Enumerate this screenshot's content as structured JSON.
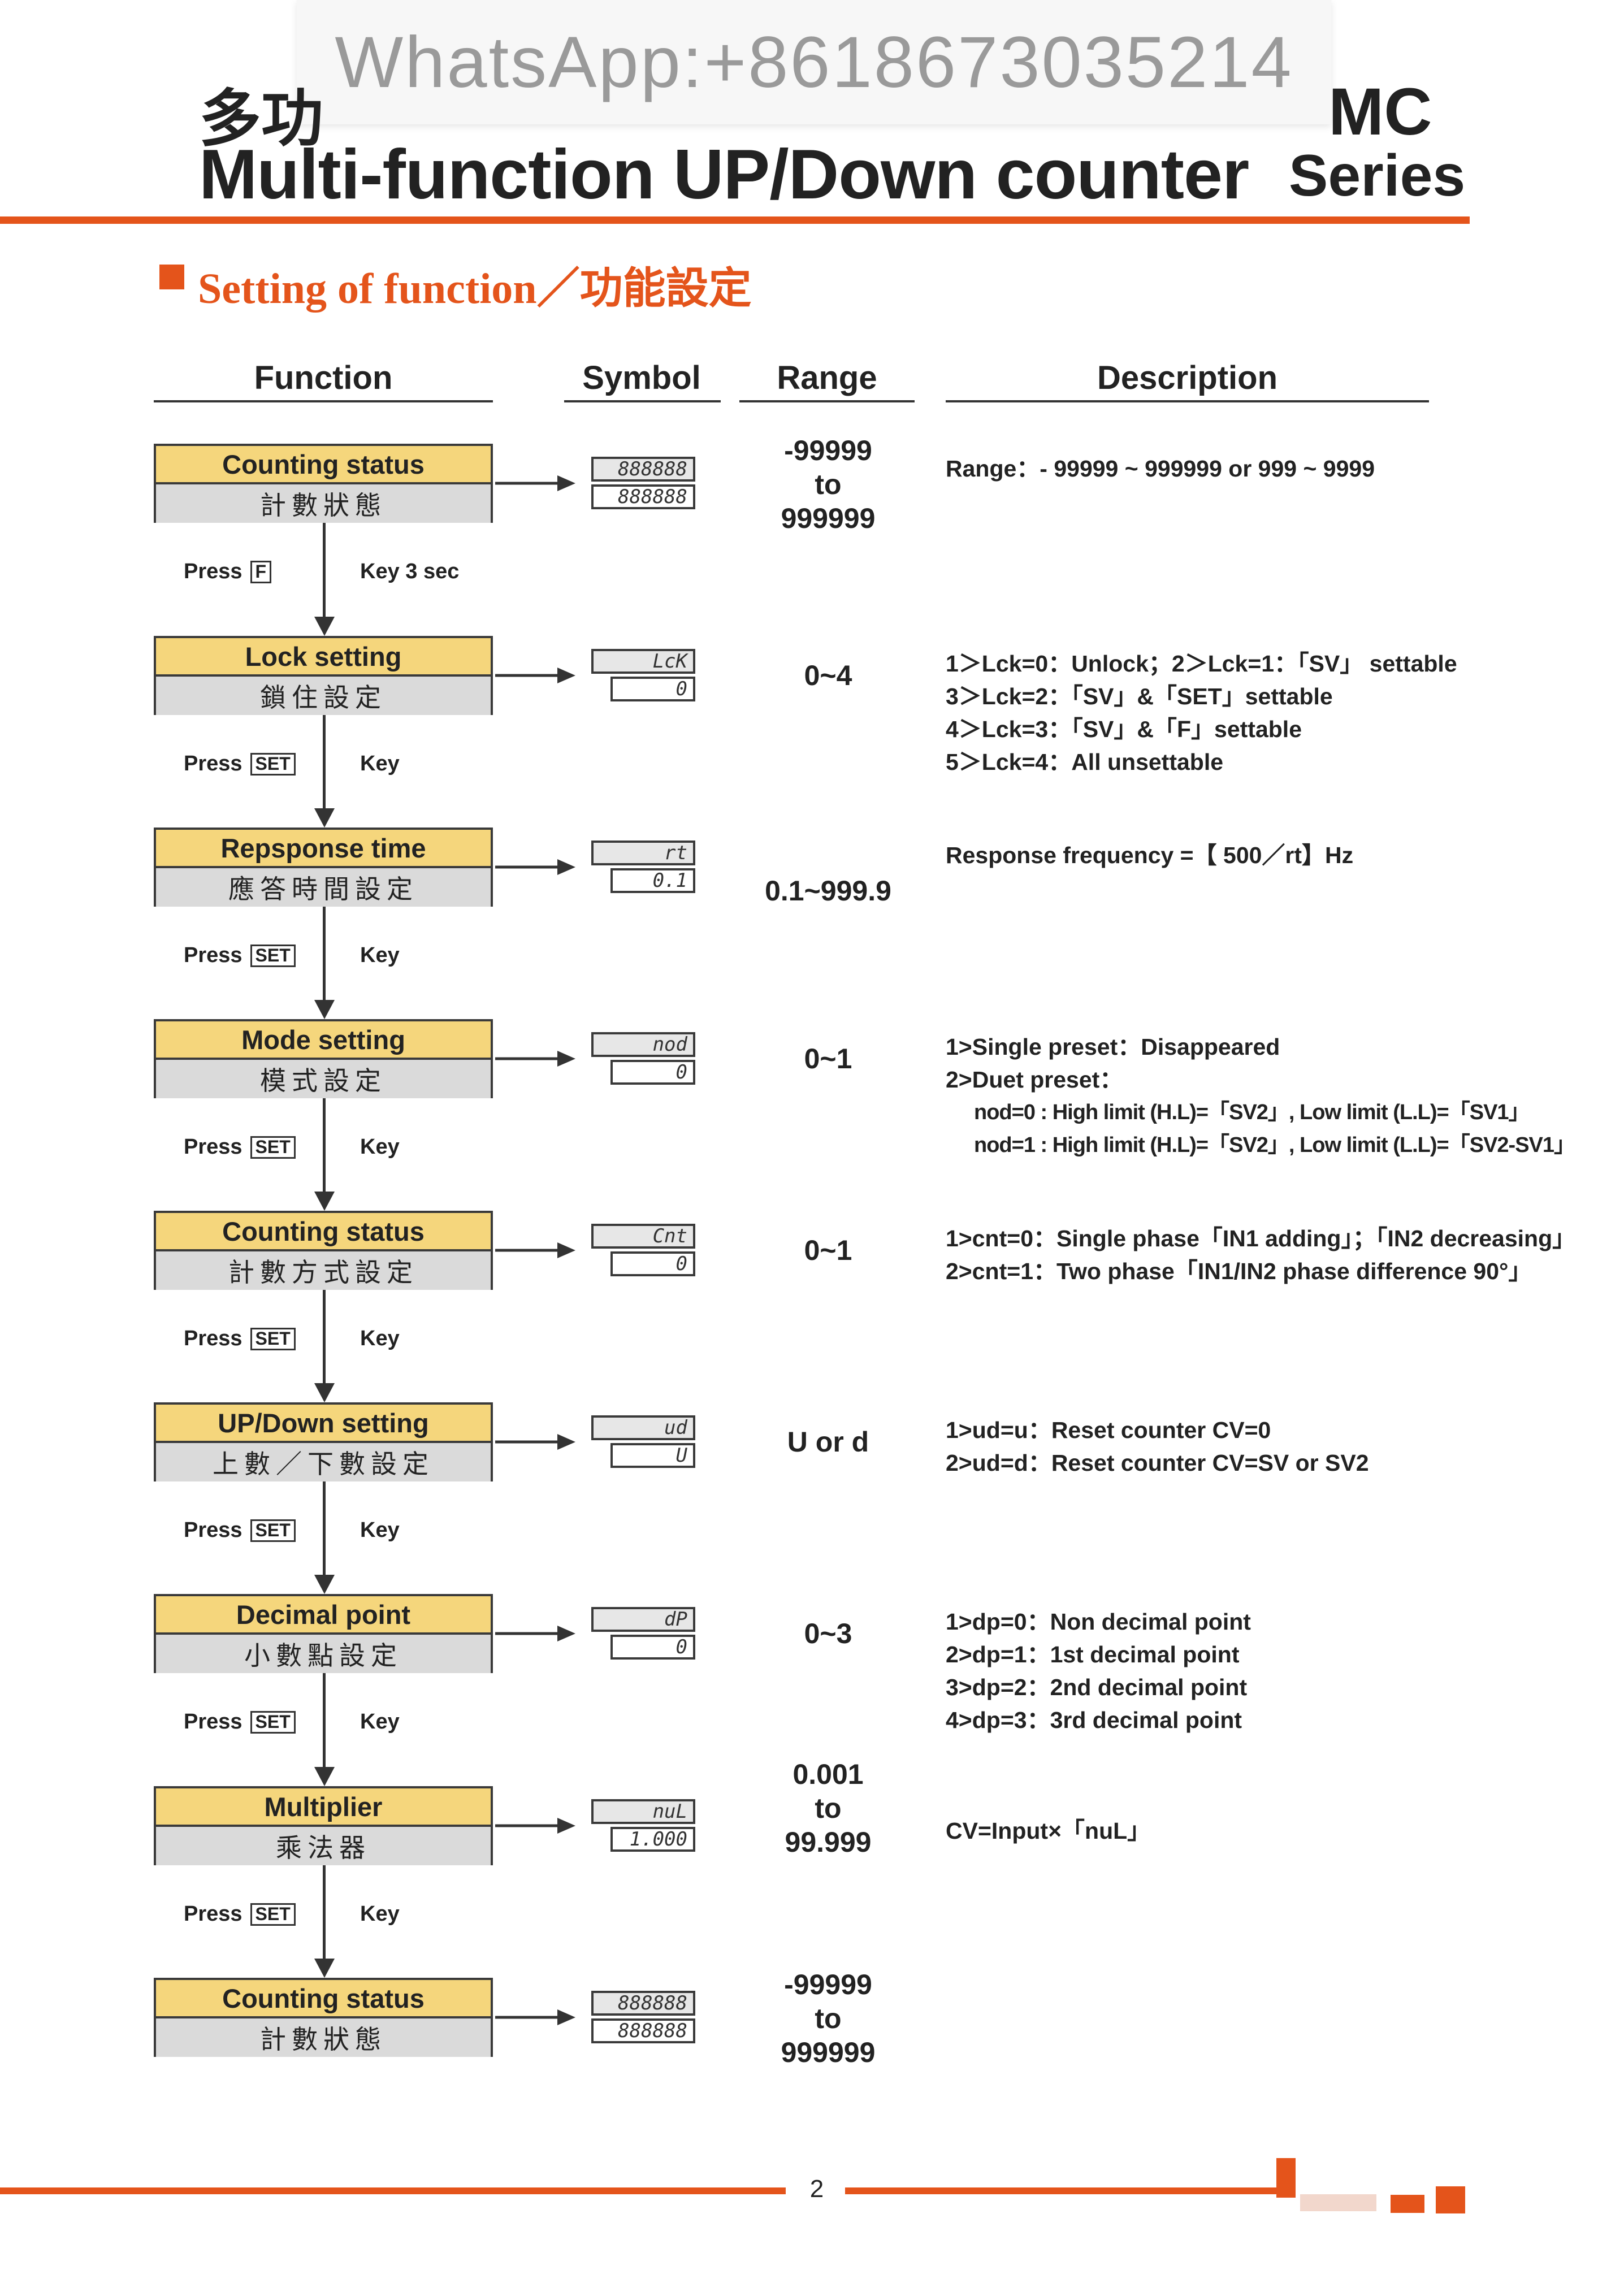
{
  "watermark": "WhatsApp:+8618673035214",
  "header": {
    "title_cn_partial": "多功",
    "title_model_partial": "MC",
    "title_main": "Multi-function UP/Down counter",
    "title_series": "Series"
  },
  "section": {
    "title": "Setting  of  function／功能設定"
  },
  "columns": {
    "function": "Function",
    "symbol": "Symbol",
    "range": "Range",
    "description": "Description"
  },
  "steps": [
    {
      "en": "Counting  status",
      "cn": "計數狀態",
      "sym_top": "888888",
      "sym_bottom": "888888",
      "range": [
        "-99999",
        "to",
        "999999"
      ],
      "desc": [
        "Range：- 99999 ~ 999999 or  999 ~ 9999"
      ]
    },
    {
      "en": "Lock  setting",
      "cn": "鎖住設定",
      "sym_top": "LcK",
      "sym_bottom": "0",
      "range": [
        "0~4"
      ],
      "desc": [
        "1＞Lck=0：Unlock；2＞Lck=1：「SV」 settable",
        "3＞Lck=2：「SV」&「SET」settable",
        "4＞Lck=3：「SV」&「F」settable",
        "5＞Lck=4：All unsettable"
      ]
    },
    {
      "en": "Repsponse  time",
      "cn": "應答時間設定",
      "sym_top": "rt",
      "sym_bottom": "0.1",
      "range": [
        "0.1~999.9"
      ],
      "desc": [
        "Response frequency =【 500／rt】Hz"
      ]
    },
    {
      "en": "Mode  setting",
      "cn": "模式設定",
      "sym_top": "nod",
      "sym_bottom": "0",
      "range": [
        "0~1"
      ],
      "desc": [
        "1>Single preset：Disappeared",
        "2>Duet preset："
      ],
      "desc_sub": [
        "nod=0 : High limit (H.L)=「SV2」, Low limit (L.L)=「SV1」",
        "nod=1 : High limit (H.L)=「SV2」, Low limit (L.L)=「SV2-SV1」"
      ]
    },
    {
      "en": "Counting  status",
      "cn": "計數方式設定",
      "sym_top": "Cnt",
      "sym_bottom": "0",
      "range": [
        "0~1"
      ],
      "desc": [
        "1>cnt=0：Single phase「IN1 adding」；「IN2 decreasing」",
        "2>cnt=1：Two phase「IN1/IN2 phase difference 90°」"
      ]
    },
    {
      "en": "UP/Down  setting",
      "cn": "上數／下數設定",
      "sym_top": "ud",
      "sym_bottom": "U",
      "range": [
        "U  or  d"
      ],
      "desc": [
        "1>ud=u：Reset counter CV=0",
        "2>ud=d：Reset counter CV=SV or SV2"
      ]
    },
    {
      "en": "Decimal  point",
      "cn": "小數點設定",
      "sym_top": "dP",
      "sym_bottom": "0",
      "range": [
        "0~3"
      ],
      "desc": [
        "1>dp=0：Non decimal point",
        "2>dp=1：1st decimal point",
        "3>dp=2：2nd decimal point",
        "4>dp=3：3rd decimal point"
      ]
    },
    {
      "en": "Multiplier",
      "cn": "乘法器",
      "sym_top": "nuL",
      "sym_bottom": "1.000",
      "range": [
        "0.001",
        "to",
        "99.999"
      ],
      "desc": [
        "CV=Input×「nuL」"
      ]
    },
    {
      "en": "Counting  status",
      "cn": "計數狀態",
      "sym_top": "888888",
      "sym_bottom": "888888",
      "range": [
        "-99999",
        "to",
        "999999"
      ],
      "desc": []
    }
  ],
  "presses": [
    {
      "press": "Press",
      "key": "F",
      "key_text": "Key 3 sec"
    },
    {
      "press": "Press",
      "key": "SET",
      "key_text": "Key"
    },
    {
      "press": "Press",
      "key": "SET",
      "key_text": "Key"
    },
    {
      "press": "Press",
      "key": "SET",
      "key_text": "Key"
    },
    {
      "press": "Press",
      "key": "SET",
      "key_text": "Key"
    },
    {
      "press": "Press",
      "key": "SET",
      "key_text": "Key"
    },
    {
      "press": "Press",
      "key": "SET",
      "key_text": "Key"
    },
    {
      "press": "Press",
      "key": "SET",
      "key_text": "Key"
    }
  ],
  "footer": {
    "page_number": "2"
  },
  "colors": {
    "accent": "#e4541b",
    "box_yellow": "#f5d67c",
    "box_gray": "#dadada"
  }
}
